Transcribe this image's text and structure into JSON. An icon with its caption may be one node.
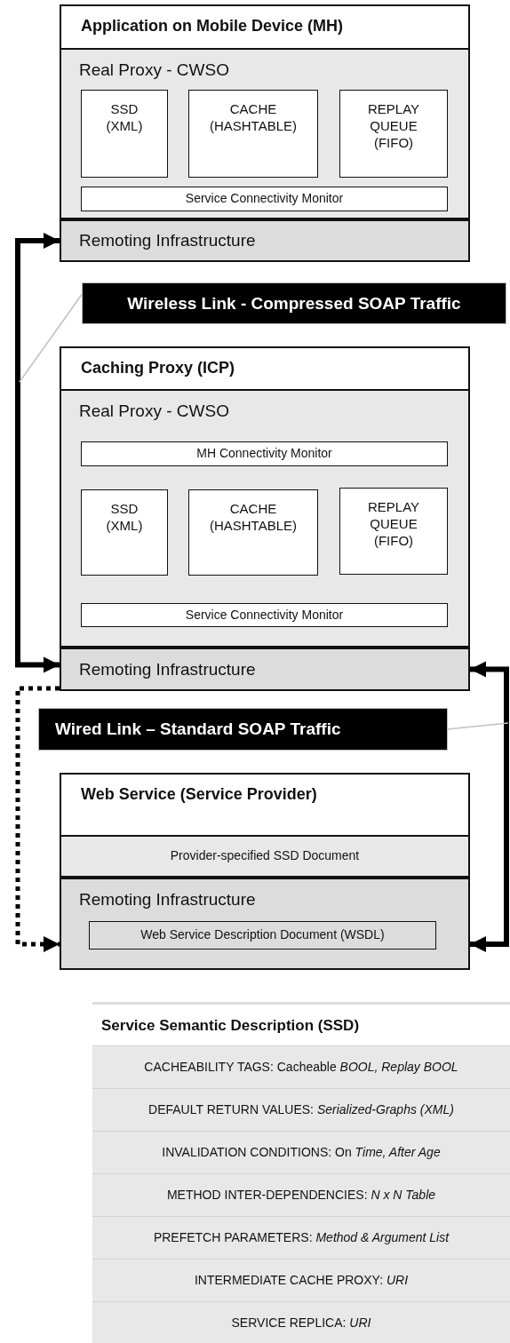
{
  "diagram": {
    "nodes": [
      {
        "text": [
          "Application on Mobile Device (MH)"
        ]
      },
      {
        "text": [
          "Real Proxy - CWSO"
        ],
        "in": 0
      },
      {
        "text": [
          "SSD (XML)"
        ],
        "in": 1
      },
      {
        "text": [
          "CACHE (HASHTABLE)"
        ],
        "in": 1
      },
      {
        "text": [
          "REPLAY QUEUE (FIFO)"
        ],
        "in": 1
      },
      {
        "text": [
          "Service Connectivity Monitor"
        ],
        "in": 1
      },
      {
        "text": [
          "Remoting Infrastructure"
        ],
        "in": 0
      },
      {
        "text": [
          "Wireless Link - Compressed SOAP Traffic"
        ]
      },
      {
        "text": [
          "Caching Proxy (ICP)"
        ]
      },
      {
        "text": [
          "Real Proxy - CWSO"
        ],
        "in": 8
      },
      {
        "text": [
          "MH Connectivity Monitor"
        ],
        "in": 9
      },
      {
        "text": [
          "SSD (XML)"
        ],
        "in": 9
      },
      {
        "text": [
          "CACHE (HASHTABLE)"
        ],
        "in": 9
      },
      {
        "text": [
          "REPLAY QUEUE (FIFO)"
        ],
        "in": 9
      },
      {
        "text": [
          "Service Connectivity Monitor"
        ],
        "in": 9
      },
      {
        "text": [
          "Remoting Infrastructure"
        ],
        "in": 8
      },
      {
        "text": [
          "Wired Link – Standard SOAP Traffic"
        ]
      },
      {
        "text": [
          "Web Service (Service Provider)"
        ]
      },
      {
        "text": [
          "Provider-specified SSD Document"
        ],
        "in": 17
      },
      {
        "text": [
          "Remoting Infrastructure"
        ],
        "in": 17
      },
      {
        "text": [
          "Web Service Description Document (WSDL)"
        ],
        "in": 19
      },
      {
        "text": [
          "Service Semantic Description (SSD)"
        ]
      },
      {
        "text": [
          "CACHEABILITY TAGS: Cacheable *BOOL, Replay BOOL*"
        ],
        "in": 21
      },
      {
        "text": [
          "DEFAULT RETURN VALUES: *Serialized-Graphs (XML)*"
        ],
        "in": 21
      },
      {
        "text": [
          "INVALIDATION CONDITIONS: On *Time, After Age*"
        ],
        "in": 21
      },
      {
        "text": [
          "METHOD INTER-DEPENDENCIES: *N x N Table*"
        ],
        "in": 21
      },
      {
        "text": [
          "PREFETCH PARAMETERS: *Method & Argument List*"
        ],
        "in": 21
      },
      {
        "text": [
          "INTERMEDIATE CACHE PROXY: *URI*"
        ],
        "in": 21
      },
      {
        "text": [
          "SERVICE REPLICA: *URI*"
        ],
        "in": 21
      }
    ],
    "edges": [
      {
        "from": 15,
        "to": 6,
        "arrow": "both"
      },
      {
        "from": 15,
        "to": 19,
        "arrow": "both"
      },
      {
        "from": 15,
        "to": 19,
        "arrow": "to",
        "style": "dashed"
      },
      {
        "from": 7,
        "to": null,
        "arrow": "none",
        "color": "#c0c0c0"
      },
      {
        "from": 16,
        "to": null,
        "arrow": "none",
        "color": "#c0c0c0"
      }
    ]
  }
}
